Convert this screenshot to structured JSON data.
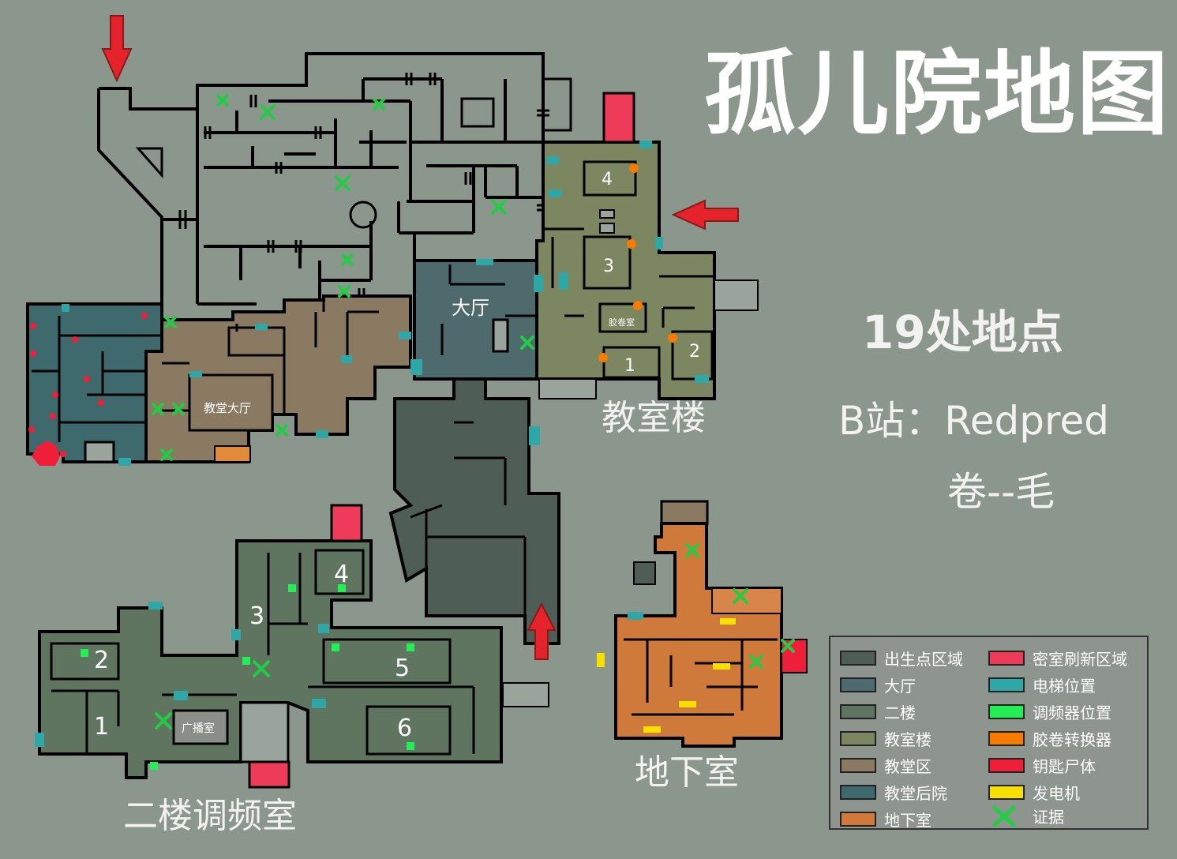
{
  "title": "孤儿院地图",
  "subtitle": "19处地点",
  "credit": "B站：Redpred",
  "author": "卷--毛",
  "area_labels": {
    "classroom_building": "教室楼",
    "second_floor_tuning": "二楼调频室",
    "basement": "地下室",
    "hall": "大厅",
    "chapel_hall": "教堂大厅",
    "film_room": "胶卷室",
    "broadcast_room": "广播室"
  },
  "room_numbers": {
    "classroom": [
      "4",
      "3",
      "2",
      "1"
    ],
    "second_floor": [
      "4",
      "3",
      "2",
      "5",
      "1",
      "6"
    ]
  },
  "legend": [
    {
      "label": "出生点区域",
      "color": "#4f5d57"
    },
    {
      "label": "密室刷新区域",
      "color": "#ef3b5a"
    },
    {
      "label": "大厅",
      "color": "#4e6a6d"
    },
    {
      "label": "电梯位置",
      "color": "#2fa7a7"
    },
    {
      "label": "二楼",
      "color": "#5f7560"
    },
    {
      "label": "调频器位置",
      "color": "#22ee55"
    },
    {
      "label": "教室楼",
      "color": "#7c8660"
    },
    {
      "label": "胶卷转换器",
      "color": "#f57c00"
    },
    {
      "label": "教堂区",
      "color": "#8a7a62"
    },
    {
      "label": "钥匙尸体",
      "color": "#ef1f3a"
    },
    {
      "label": "教堂后院",
      "color": "#3f6a6d"
    },
    {
      "label": "发电机",
      "color": "#f7e000"
    },
    {
      "label": "地下室",
      "color": "#cf7a3a"
    },
    {
      "label": "证据",
      "color": "#22cc44",
      "icon": "x-mark-icon"
    }
  ],
  "colors": {
    "background": "#8b968d",
    "spawn": "#4f5d57",
    "hall": "#4e6a6d",
    "second_floor": "#5f7560",
    "classroom": "#7c8660",
    "chapel": "#8a7a62",
    "backyard": "#3f6a6d",
    "basement": "#cf7a3a",
    "secret_room": "#ef3b5a",
    "elevator": "#2fa7a7",
    "tuner": "#22ee55",
    "film": "#f57c00",
    "key_corpse": "#ef1f3a",
    "generator": "#f7e000",
    "evidence": "#22cc44",
    "arrow": "#e5232a"
  }
}
